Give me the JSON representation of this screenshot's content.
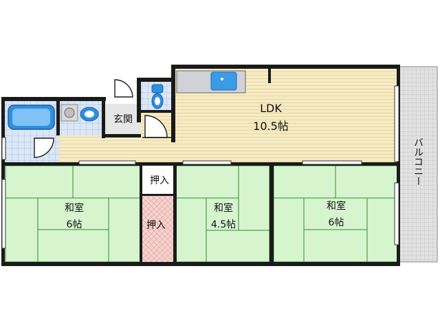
{
  "rooms": {
    "ldk": {
      "name": "LDK",
      "size": "10.5帖"
    },
    "washitsu_left": {
      "name": "和室",
      "size": "6帖"
    },
    "washitsu_mid": {
      "name": "和室",
      "size": "4.5帖"
    },
    "washitsu_right": {
      "name": "和室",
      "size": "6帖"
    },
    "genkan": {
      "name": "玄関"
    },
    "oshiire_upper": {
      "name": "押入"
    },
    "oshiire_lower": {
      "name": "押入"
    },
    "balcony": {
      "name": "バルコニー"
    }
  },
  "colors": {
    "wall": "#1a1a1a",
    "tatami": "#d6f5cf",
    "tatami_line": "#2f8a2f",
    "flooring": "#f6ebc4",
    "wet_area": "#dbe7f7",
    "closet": "#f7d3cf",
    "balcony": "#e2e2e2",
    "fixture": "#2f8fe0"
  }
}
